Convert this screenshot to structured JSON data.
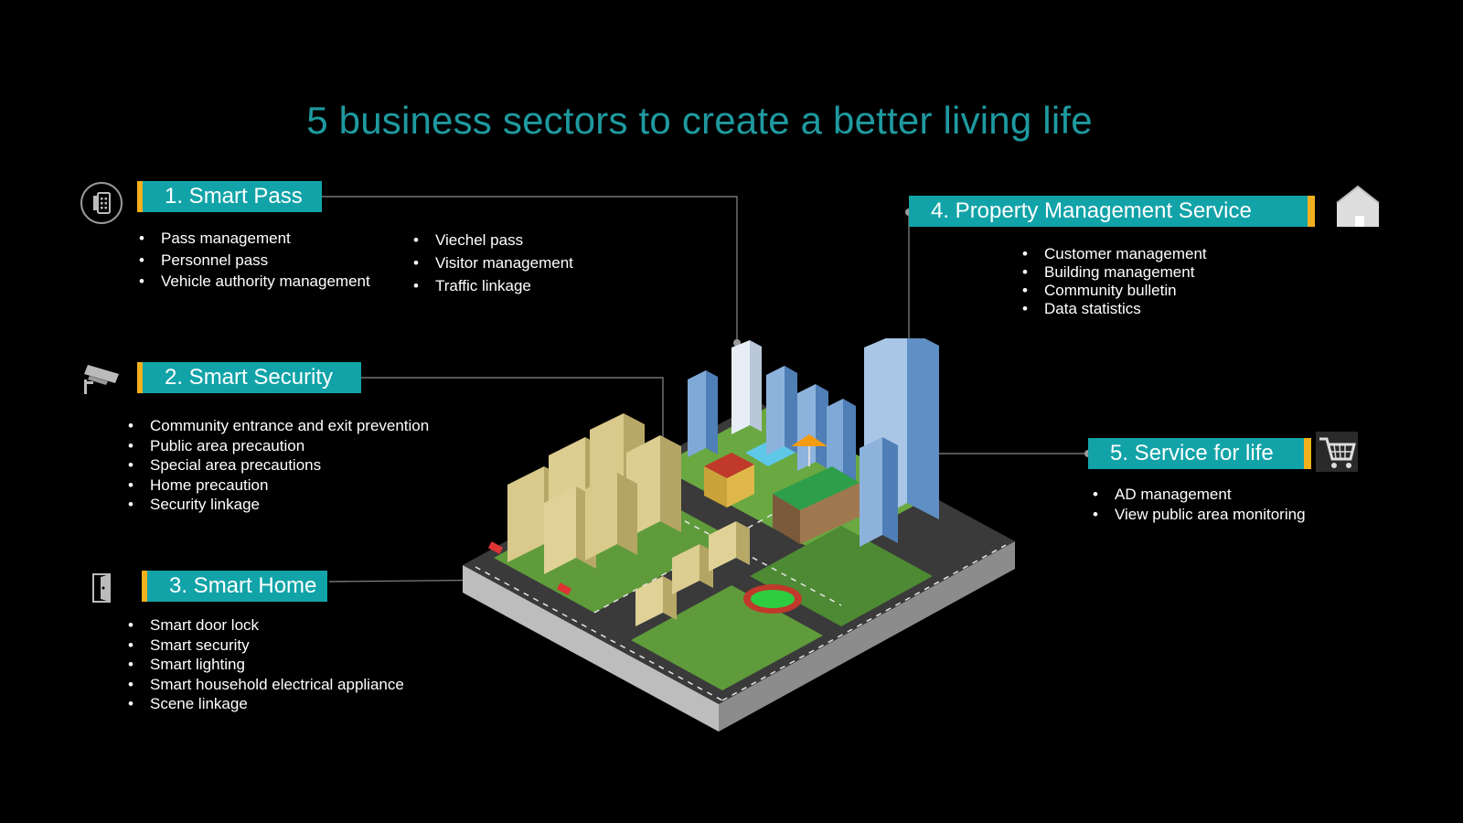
{
  "title": "5 business sectors to create a better living life",
  "colors": {
    "accent": "#12a3a8",
    "bar": "#f2b01e",
    "title": "#1e9aa0",
    "background": "#000000"
  },
  "sectors": [
    {
      "label": "1. Smart Pass",
      "icon": "door-phone-icon",
      "items_col1": [
        "Pass management",
        "Personnel pass",
        "Vehicle authority management"
      ],
      "items_col2": [
        "Viechel pass",
        "Visitor management",
        "Traffic linkage"
      ]
    },
    {
      "label": "2. Smart Security",
      "icon": "security-camera-icon",
      "items": [
        "Community entrance and exit prevention",
        "Public area precaution",
        "Special area precautions",
        "Home precaution",
        "Security linkage"
      ]
    },
    {
      "label": "3. Smart Home",
      "icon": "door-icon",
      "items": [
        "Smart door lock",
        "Smart security",
        "Smart lighting",
        "Smart household electrical appliance",
        "Scene linkage"
      ]
    },
    {
      "label": "4. Property Management Service",
      "icon": "house-icon",
      "items": [
        "Customer management",
        "Building management",
        "Community bulletin",
        "Data statistics"
      ]
    },
    {
      "label": "5. Service for life",
      "icon": "shopping-cart-icon",
      "items": [
        "AD management",
        "View public area monitoring"
      ]
    }
  ]
}
